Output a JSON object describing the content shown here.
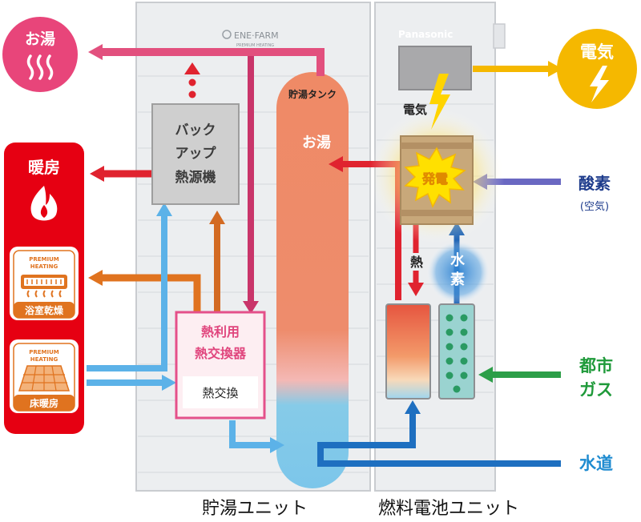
{
  "left_items": {
    "hot_water": "お湯",
    "heating": "暖房",
    "bath_dryer": "浴室乾燥",
    "floor_heating": "床暖房",
    "premium_line1": "PREMIUM",
    "premium_line2": "HEATING"
  },
  "storage_unit": {
    "logo": "ENE·FARM",
    "logo_sub": "PREMIUM HEATING",
    "backup_line1": "バック",
    "backup_line2": "アップ",
    "backup_line3": "熱源機",
    "exchanger_line1": "熱利用",
    "exchanger_line2": "熱交換器",
    "exchanger_sub": "熱交換",
    "tank_label": "貯湯タンク",
    "tank_hot": "お湯"
  },
  "fuel_cell_unit": {
    "brand": "Panasonic",
    "electricity_label": "電気",
    "generation": "発電",
    "heat": "熱",
    "hydrogen_1": "水",
    "hydrogen_2": "素"
  },
  "right_items": {
    "electricity": "電気",
    "oxygen": "酸素",
    "oxygen_sub": "(空気)",
    "city_gas_1": "都市",
    "city_gas_2": "ガス",
    "water": "水道"
  },
  "captions": {
    "storage": "貯湯ユニット",
    "fuel_cell": "燃料電池ユニット"
  },
  "colors": {
    "hot_water_pink": "#e8457a",
    "heating_red": "#e60012",
    "electric_yellow": "#f5b800",
    "oxygen_navy": "#1e3c8c",
    "gas_green": "#1f9a3a",
    "water_blue": "#1e8bd0"
  }
}
